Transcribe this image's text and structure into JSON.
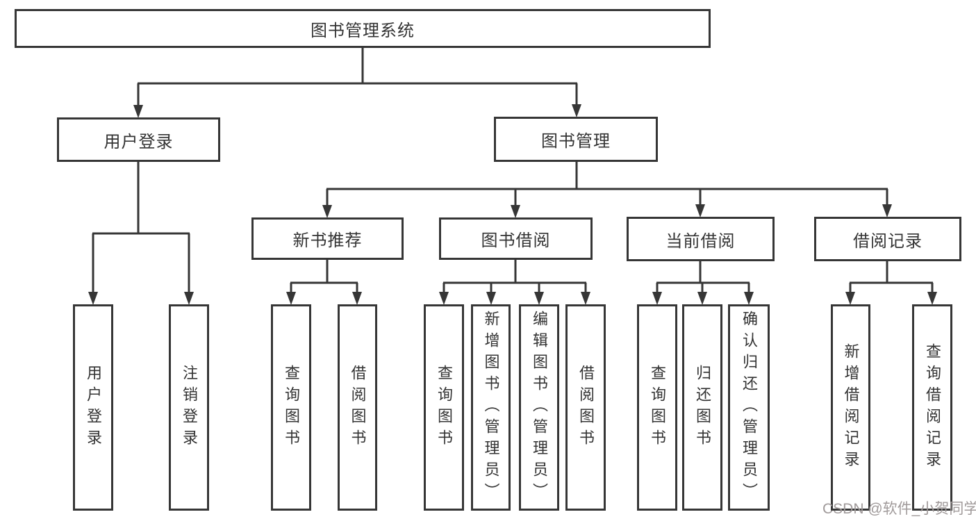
{
  "tree": {
    "root": "图书管理系统",
    "children": [
      {
        "label": "用户登录",
        "children": [
          "用户登录",
          "注销登录"
        ]
      },
      {
        "label": "图书管理",
        "children": [
          {
            "label": "新书推荐",
            "children": [
              "查询图书",
              "借阅图书"
            ]
          },
          {
            "label": "图书借阅",
            "children": [
              "查询图书",
              "新增图书（管理员）",
              "编辑图书（管理员）",
              "借阅图书"
            ]
          },
          {
            "label": "当前借阅",
            "children": [
              "查询图书",
              "归还图书",
              "确认归还（管理员）"
            ]
          },
          {
            "label": "借阅记录",
            "children": [
              "新增借阅记录",
              "查询借阅记录"
            ]
          }
        ]
      }
    ]
  },
  "watermark": {
    "text": "CSDN @软件_小贺同学"
  },
  "colors": {
    "line": "#363636",
    "box_border": "#363636",
    "text": "#333333",
    "watermark": "#a09a9a",
    "background": "#ffffff"
  }
}
